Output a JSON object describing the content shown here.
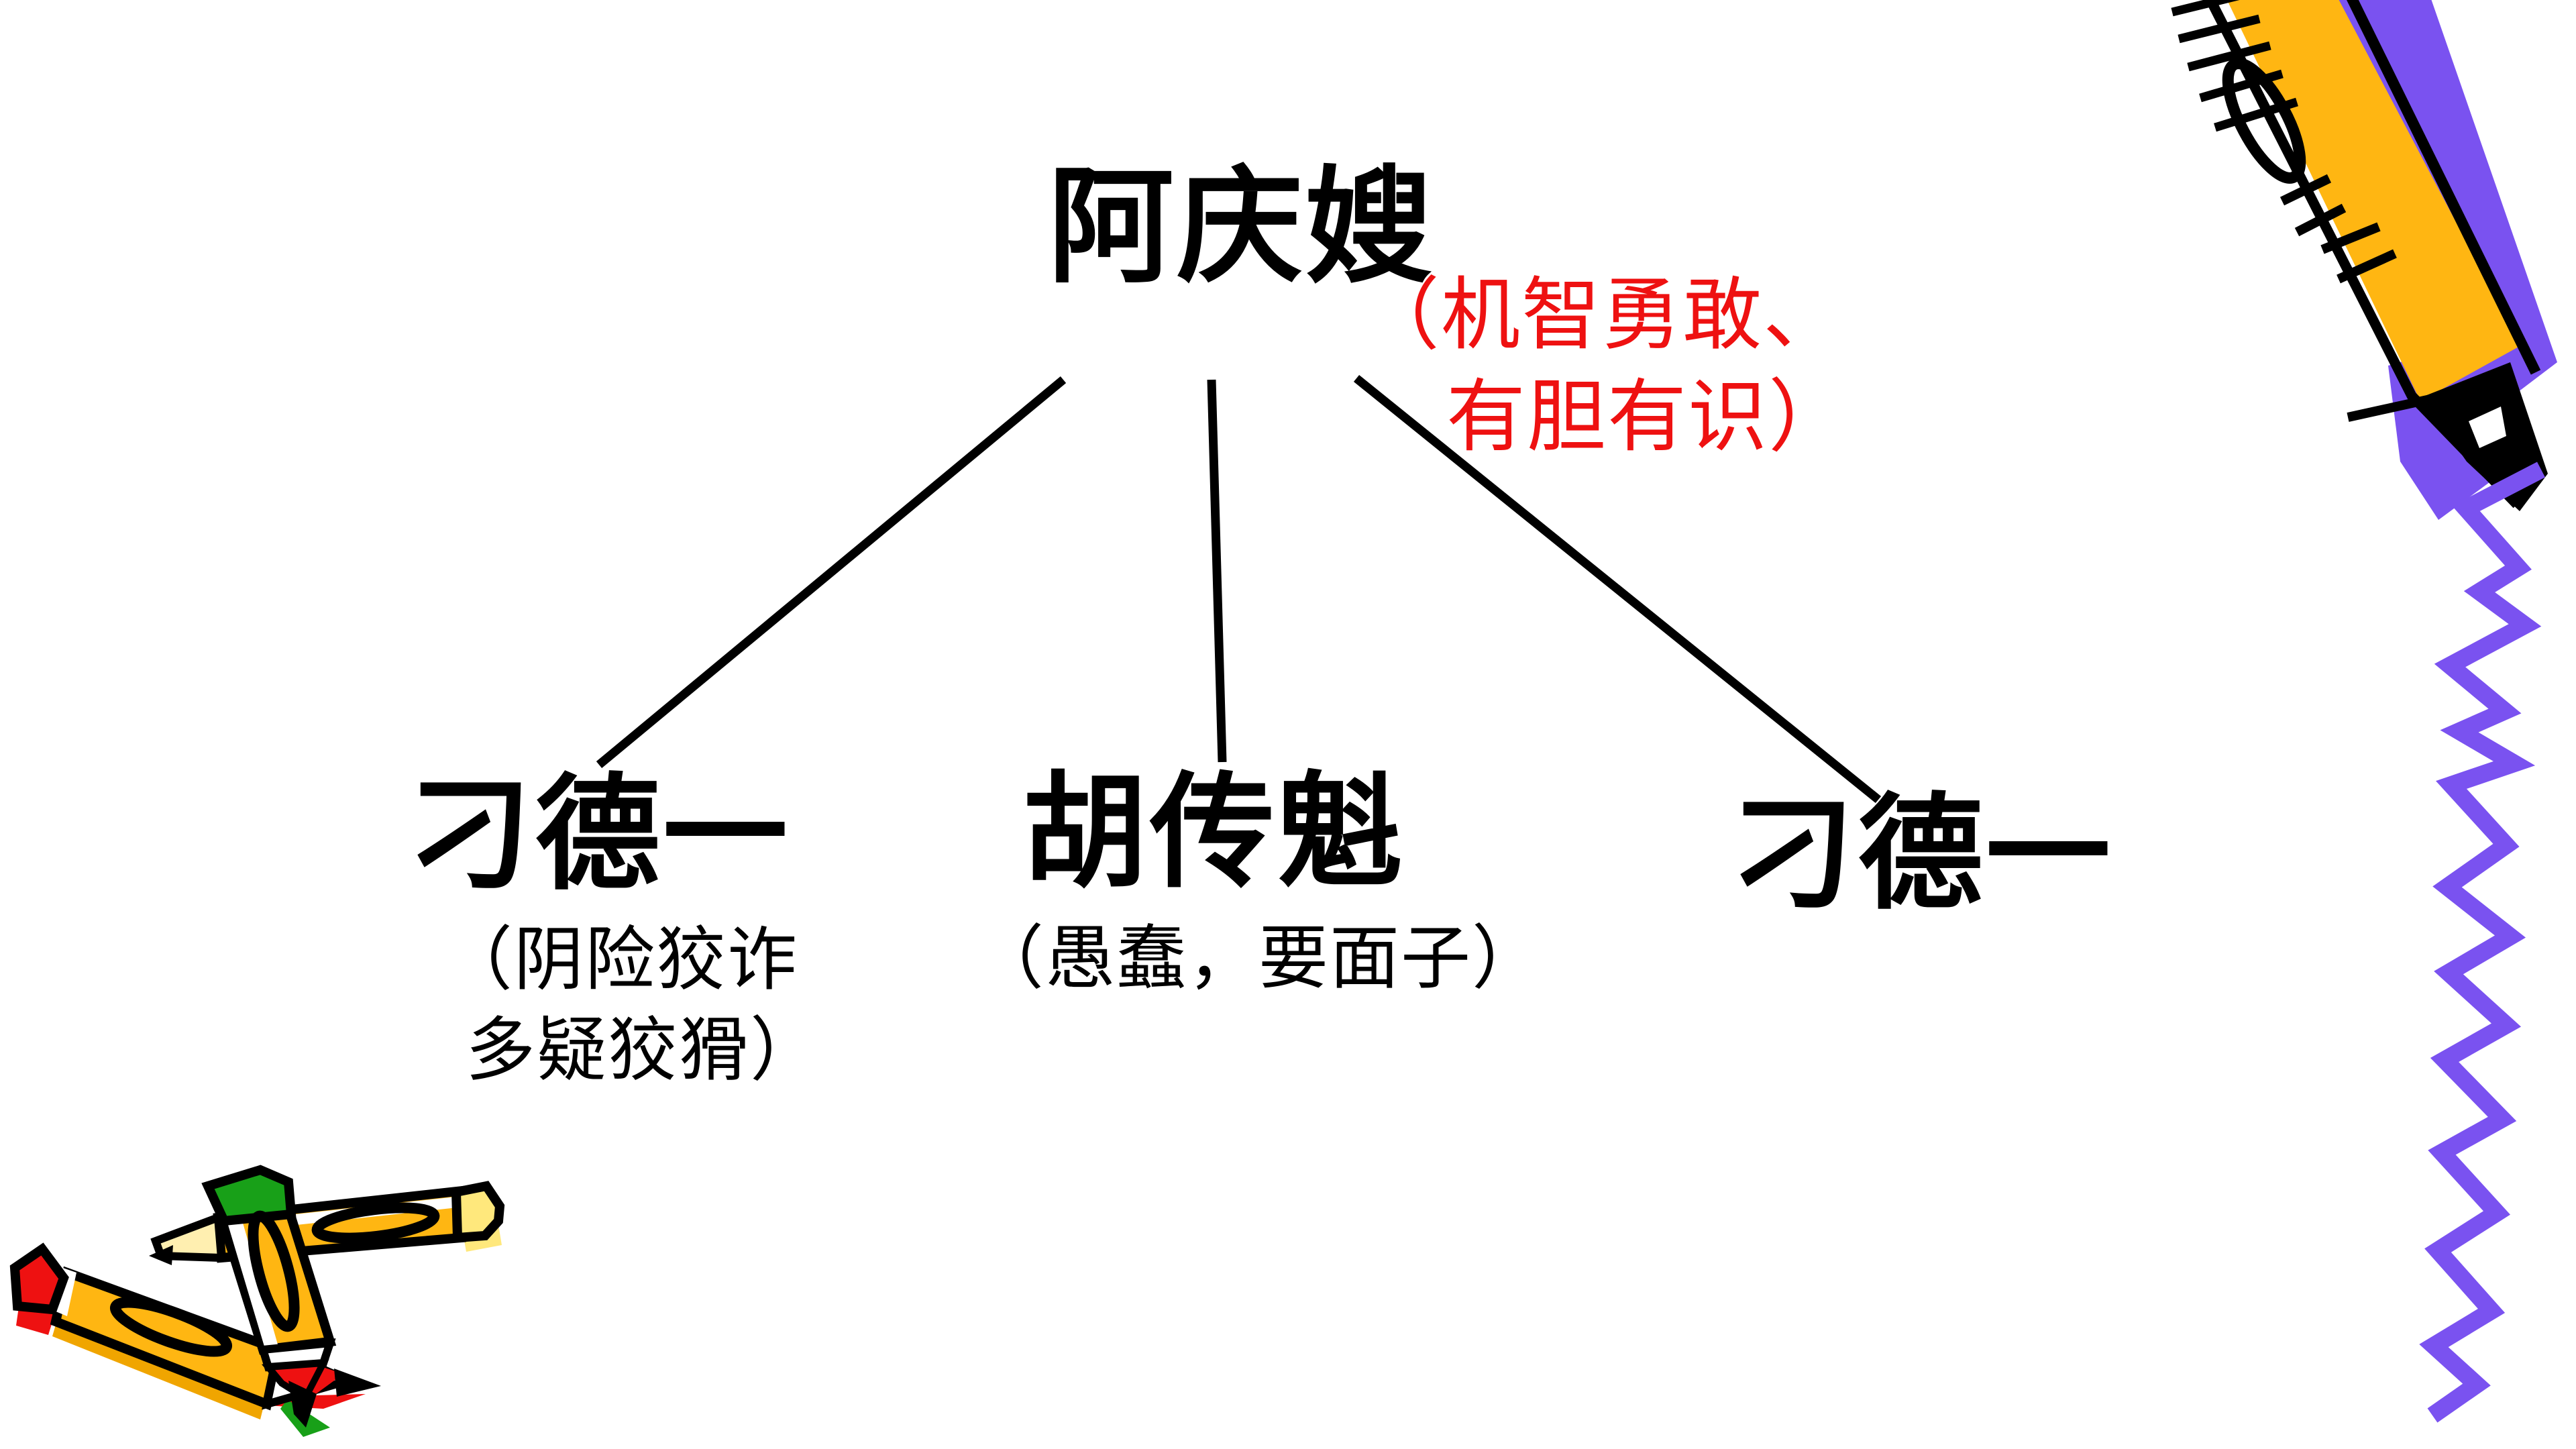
{
  "slide": {
    "background_color": "#FFFFFF",
    "diagram": {
      "type": "character-relationship-tree",
      "text_color": "#000000",
      "line_color": "#000000",
      "root": {
        "name": "阿庆嫂",
        "traits_line1": "（机智勇敢、",
        "traits_line2": "有胆有识）",
        "traits_color": "#EE1111"
      },
      "children": [
        {
          "name": "刁德一",
          "traits_line1": "（阴险狡诈",
          "traits_line2": "多疑狡猾）"
        },
        {
          "name": "胡传魁",
          "traits_line1": "（愚蠢，要面子）"
        },
        {
          "name": "刁德一"
        }
      ]
    },
    "decorations": {
      "pen_clipart": {
        "icon": "marker-pen-icon",
        "body_color": "#FFB612",
        "shadow_color": "#7A52F0",
        "outline_color": "#000000"
      },
      "squiggle": {
        "icon": "zigzag-line",
        "color": "#7A52F0"
      },
      "pencils_clipart": {
        "icon": "crossed-pencils-icon",
        "body_color": "#FFB612",
        "cap_colors": [
          "#EE1111",
          "#18A018",
          "#FFE87C"
        ],
        "outline_color": "#000000"
      }
    }
  }
}
